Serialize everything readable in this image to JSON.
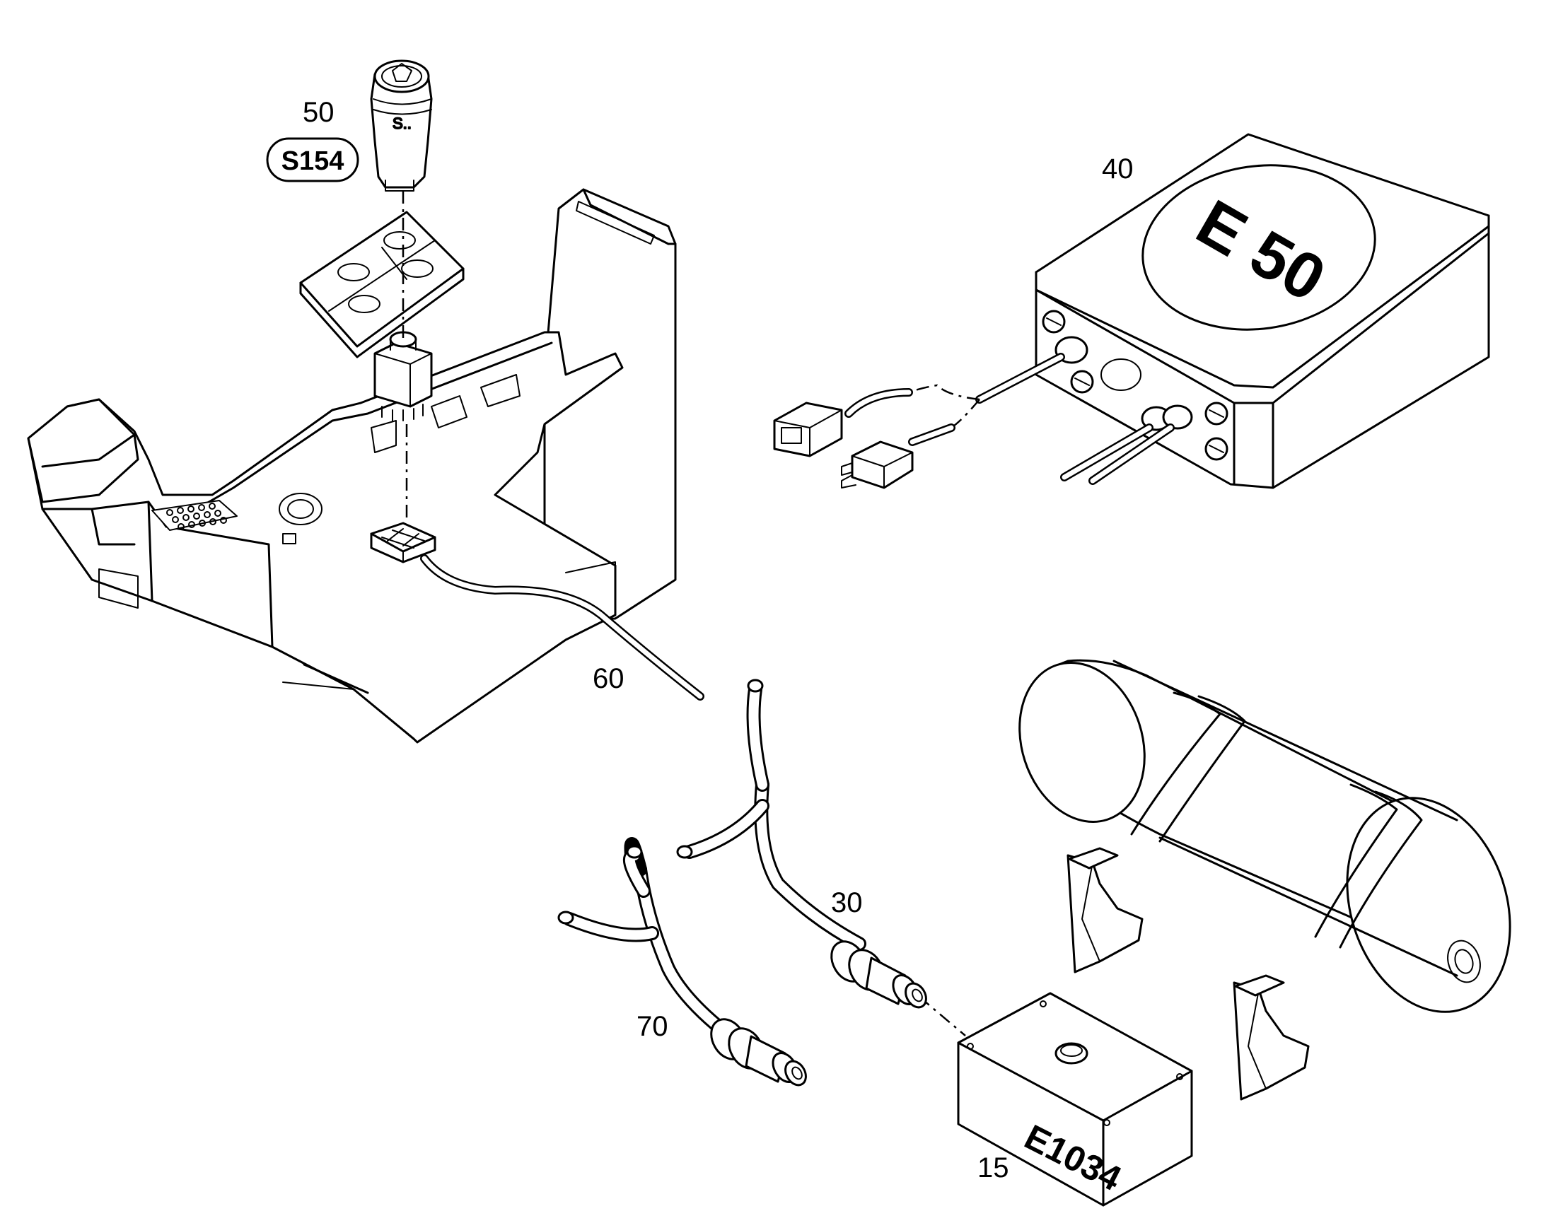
{
  "diagram": {
    "callouts": {
      "item_50": "50",
      "item_40": "40",
      "item_60": "60",
      "item_30": "30",
      "item_70": "70",
      "item_15": "15"
    },
    "component_codes": {
      "switch_code": "S154",
      "control_unit_code": "E 50",
      "junction_box_code": "E1034"
    },
    "switch_cap_mark": "S.."
  }
}
